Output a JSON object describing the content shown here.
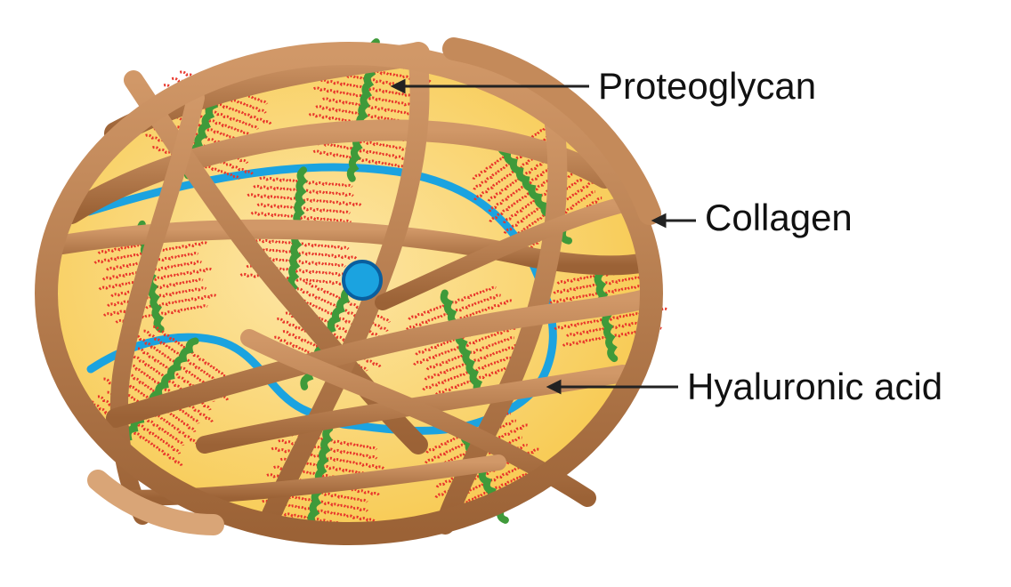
{
  "labels": {
    "proteoglycan": "Proteoglycan",
    "collagen": "Collagen",
    "hyaluronic_acid": "Hyaluronic acid"
  },
  "colors": {
    "background": "#ffffff",
    "matrix_fill": "#fbd46a",
    "matrix_fill_light": "#fde7a8",
    "collagen": "#b87a4b",
    "collagen_dark": "#8a5530",
    "proteoglycan_core": "#3f9a3a",
    "proteoglycan_chains": "#e8352a",
    "hyaluronic_acid": "#1ba3e0",
    "cell": "#1ba3e0",
    "cell_outline": "#0a5f9e",
    "pointer": "#222222"
  },
  "icons": {
    "cell": "blue-dot"
  }
}
